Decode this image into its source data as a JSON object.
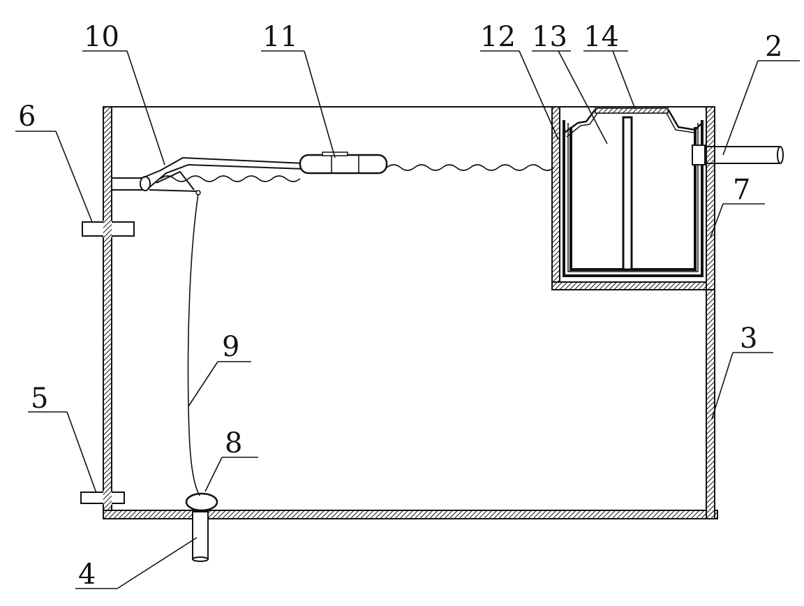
{
  "labels": {
    "l2": "2",
    "l3": "3",
    "l4": "4",
    "l5": "5",
    "l6": "6",
    "l7": "7",
    "l8": "8",
    "l9": "9",
    "l10": "10",
    "l11": "11",
    "l12": "12",
    "l13": "13",
    "l14": "14"
  },
  "colors": {
    "line": "#111111",
    "background": "#ffffff"
  }
}
